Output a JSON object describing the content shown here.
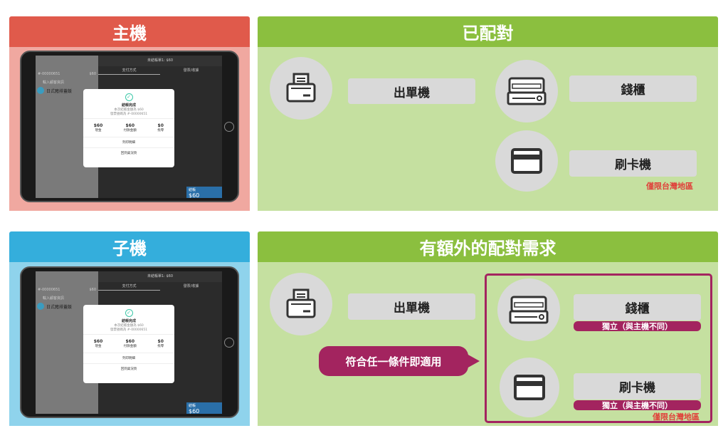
{
  "main_host": {
    "title": "主機",
    "color": "#e05a4b"
  },
  "sub_host": {
    "title": "子機",
    "color": "#34aedc"
  },
  "paired": {
    "title": "已配對",
    "printer": "出單機",
    "cash_drawer": "錢櫃",
    "card_reader": "刷卡機",
    "region_note": "僅限台灣地區"
  },
  "extra": {
    "title": "有額外的配對需求",
    "printer": "出單機",
    "callout": "符合任一條件即適用",
    "cash_drawer": "錢櫃",
    "card_reader": "刷卡機",
    "independent": "獨立（與主機不同）",
    "region_note": "僅限台灣地區"
  },
  "tablet": {
    "header": "未結帳單1: $60",
    "tab_pay": "支付方式",
    "tab_invoice": "發票/收據",
    "order_no": "#-00000651",
    "order_amount": "$60",
    "customer_placeholder": "輸入顧客資訊",
    "item": "日式豬排蓋飯",
    "modal_title": "結帳完成",
    "modal_line1": "本次結帳金額為 $60",
    "modal_line2": "發票號碼為 #-00000651",
    "stat1_value": "$60",
    "stat1_label": "現金",
    "stat2_value": "$60",
    "stat2_label": "付款金額",
    "stat3_value": "$0",
    "stat3_label": "找零",
    "print_btn": "列印明細",
    "back_btn": "回到桌況頁",
    "checkout_label": "結帳",
    "checkout_amount": "$60"
  }
}
